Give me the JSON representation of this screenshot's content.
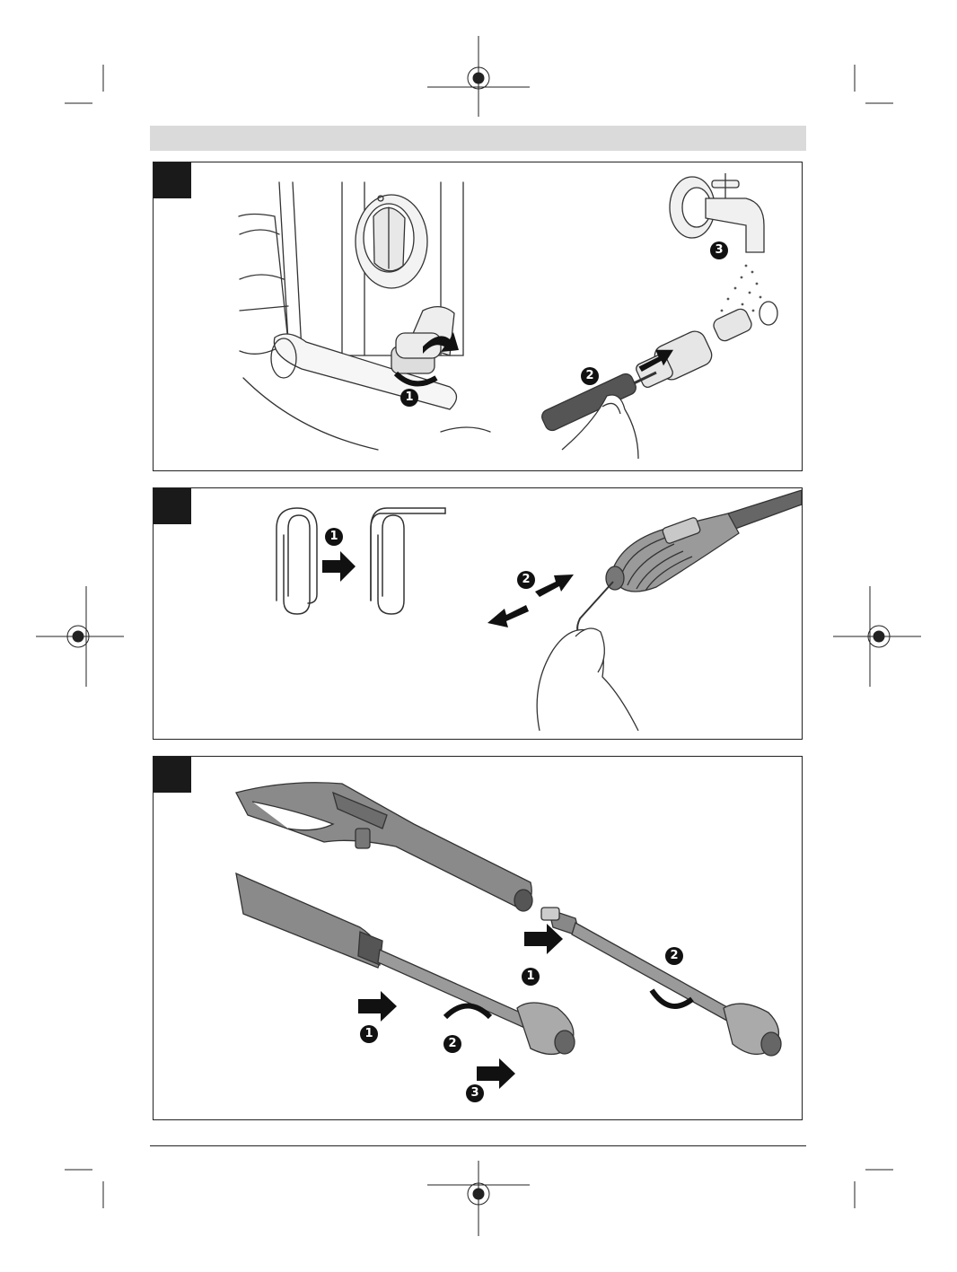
{
  "header": {
    "band_color": "#dadada"
  },
  "panels": [
    {
      "steps": [
        "1",
        "2",
        "3"
      ]
    },
    {
      "steps": [
        "1",
        "2"
      ]
    },
    {
      "steps": [
        "1",
        "2",
        "1",
        "2",
        "3"
      ]
    }
  ],
  "colors": {
    "tab": "#1a1a1a",
    "line": "#333333",
    "accent_gray": "#8a8a8a"
  }
}
